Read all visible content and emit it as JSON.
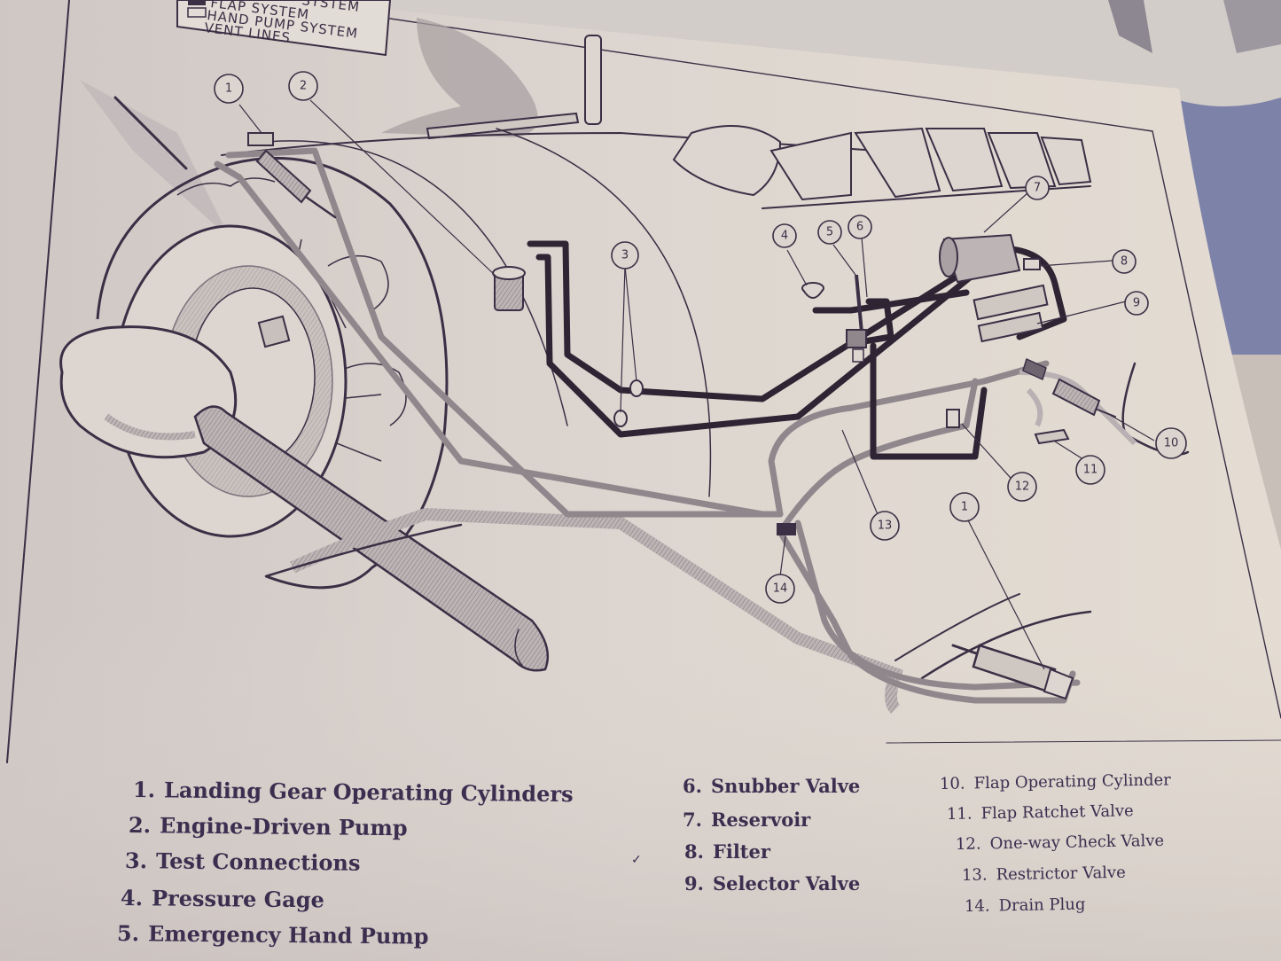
{
  "document": {
    "type": "printed technical manual page (photograph)",
    "colors": {
      "paper": "#d9d2cd",
      "ink": "#3a2f45",
      "dark_pipe": "#2e2433",
      "gray_pipe": "#8f878c",
      "fabric_background": "#7d82a8"
    }
  },
  "system_legend": {
    "partial_top_rows_cropped": [
      "... SYSTEM",
      "... FLAP SYSTEM"
    ],
    "rows": [
      {
        "swatch": "dark",
        "label": "FLAP SYSTEM",
        "partially_visible": true
      },
      {
        "swatch": "outline",
        "label": "HAND PUMP SYSTEM"
      },
      {
        "swatch": "none",
        "label": "VENT LINES"
      }
    ],
    "row_labels_visible": [
      "SYSTEM",
      "FLAP SYSTEM",
      "HAND PUMP SYSTEM",
      "VENT LINES"
    ]
  },
  "callouts": [
    {
      "id": "c1a",
      "label": "1"
    },
    {
      "id": "c2",
      "label": "2"
    },
    {
      "id": "c3",
      "label": "3"
    },
    {
      "id": "c4",
      "label": "4"
    },
    {
      "id": "c5",
      "label": "5"
    },
    {
      "id": "c6",
      "label": "6"
    },
    {
      "id": "c7",
      "label": "7"
    },
    {
      "id": "c8",
      "label": "8"
    },
    {
      "id": "c9",
      "label": "9"
    },
    {
      "id": "c10",
      "label": "10"
    },
    {
      "id": "c11",
      "label": "11"
    },
    {
      "id": "c12",
      "label": "12"
    },
    {
      "id": "c13",
      "label": "13"
    },
    {
      "id": "c1b",
      "label": "1"
    },
    {
      "id": "c14",
      "label": "14"
    }
  ],
  "parts_list": [
    {
      "num": "1.",
      "name": "Landing Gear Operating Cylinders"
    },
    {
      "num": "2.",
      "name": "Engine-Driven Pump"
    },
    {
      "num": "3.",
      "name": "Test Connections"
    },
    {
      "num": "4.",
      "name": "Pressure Gage"
    },
    {
      "num": "5.",
      "name": "Emergency Hand Pump"
    },
    {
      "num": "6.",
      "name": "Snubber Valve"
    },
    {
      "num": "7.",
      "name": "Reservoir"
    },
    {
      "num": "8.",
      "name": "Filter"
    },
    {
      "num": "9.",
      "name": "Selector Valve"
    },
    {
      "num": "10.",
      "name": "Flap Operating Cylinder"
    },
    {
      "num": "11.",
      "name": "Flap Ratchet Valve"
    },
    {
      "num": "12.",
      "name": "One-way Check Valve"
    },
    {
      "num": "13.",
      "name": "Restrictor Valve"
    },
    {
      "num": "14.",
      "name": "Drain Plug"
    }
  ],
  "stray_mark": "✓"
}
